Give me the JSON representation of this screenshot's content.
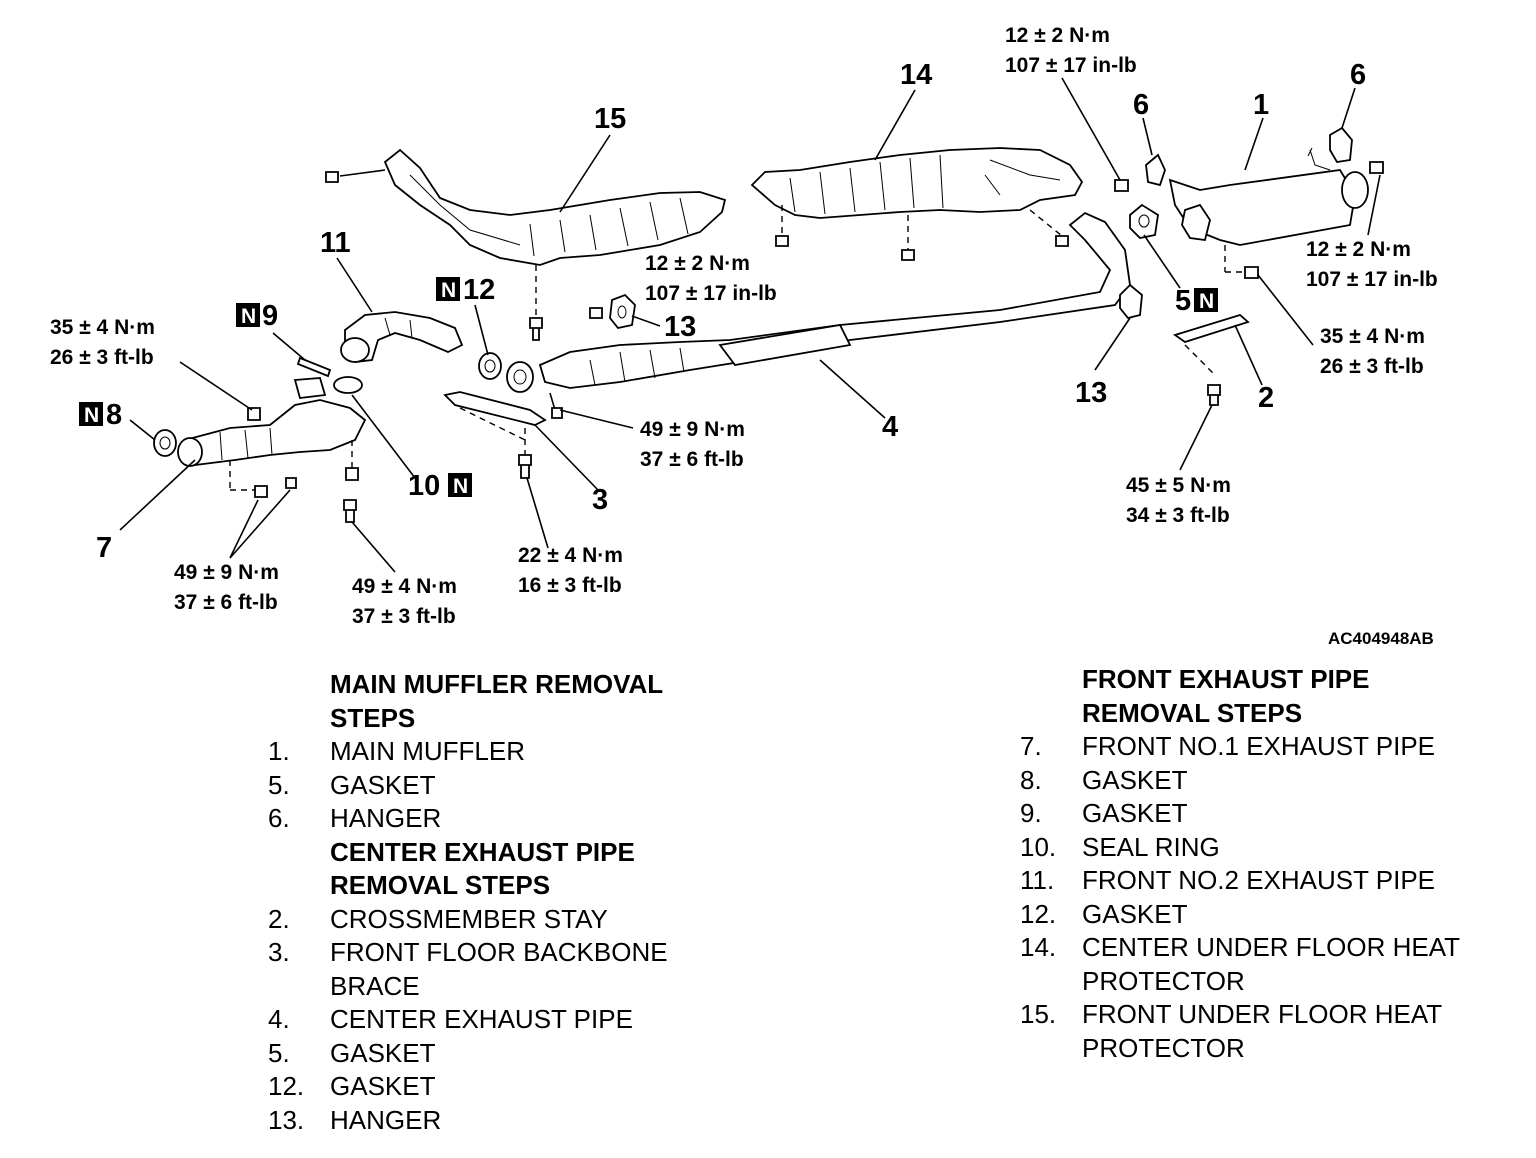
{
  "diagram": {
    "code": "AC404948AB",
    "part_numbers": {
      "p1": "1",
      "p2": "2",
      "p3": "3",
      "p4": "4",
      "p5": "5",
      "p6a": "6",
      "p6b": "6",
      "p7": "7",
      "p8": "8",
      "p9": "9",
      "p10": "10",
      "p11": "11",
      "p12": "12",
      "p13a": "13",
      "p13b": "13",
      "p14": "14",
      "p15": "15"
    },
    "new_part_marker": "N",
    "torques": {
      "t_top_right_nm": "12 ± 2 N·m",
      "t_top_right_inlb": "107 ± 17 in-lb",
      "t_muffler_nm": "12 ± 2 N·m",
      "t_muffler_inlb": "107 ± 17 in-lb",
      "t_flange_nm": "35 ± 4 N·m",
      "t_flange_ftlb": "26 ± 3 ft-lb",
      "t_stay_nm": "45 ± 5 N·m",
      "t_stay_ftlb": "34 ± 3 ft-lb",
      "t_hanger_nm": "12 ± 2 N·m",
      "t_hanger_inlb": "107 ± 17 in-lb",
      "t_center_nm": "49 ± 9 N·m",
      "t_center_ftlb": "37 ± 6 ft-lb",
      "t_brace_nm": "22 ± 4 N·m",
      "t_brace_ftlb": "16 ± 3 ft-lb",
      "t_front_nm": "35 ± 4 N·m",
      "t_front_ftlb": "26 ± 3 ft-lb",
      "t_front1_nm": "49 ± 9 N·m",
      "t_front1_ftlb": "37 ± 6 ft-lb",
      "t_seal_nm": "49 ± 4 N·m",
      "t_seal_ftlb": "37 ± 3 ft-lb"
    }
  },
  "left_steps": {
    "main_muffler_title": [
      "MAIN MUFFLER REMOVAL",
      "STEPS"
    ],
    "main_muffler_items": [
      {
        "num": "1.",
        "text": "MAIN MUFFLER"
      },
      {
        "num": "5.",
        "text": "GASKET"
      },
      {
        "num": "6.",
        "text": "HANGER"
      }
    ],
    "center_pipe_title": [
      "CENTER EXHAUST PIPE",
      "REMOVAL STEPS"
    ],
    "center_pipe_items": [
      {
        "num": "2.",
        "text": "CROSSMEMBER STAY"
      },
      {
        "num": "3.",
        "text": "FRONT FLOOR BACKBONE\nBRACE"
      },
      {
        "num": "4.",
        "text": "CENTER EXHAUST PIPE"
      },
      {
        "num": "5.",
        "text": "GASKET"
      },
      {
        "num": "12.",
        "text": "GASKET"
      },
      {
        "num": "13.",
        "text": "HANGER"
      }
    ]
  },
  "right_steps": {
    "front_pipe_title": [
      "FRONT EXHAUST PIPE",
      "REMOVAL STEPS"
    ],
    "front_pipe_items": [
      {
        "num": "7.",
        "text": "FRONT NO.1 EXHAUST PIPE"
      },
      {
        "num": "8.",
        "text": "GASKET"
      },
      {
        "num": "9.",
        "text": "GASKET"
      },
      {
        "num": "10.",
        "text": "SEAL RING"
      },
      {
        "num": "11.",
        "text": "FRONT NO.2 EXHAUST PIPE"
      },
      {
        "num": "12.",
        "text": "GASKET"
      },
      {
        "num": "14.",
        "text": "CENTER UNDER FLOOR HEAT\nPROTECTOR"
      },
      {
        "num": "15.",
        "text": "FRONT UNDER FLOOR HEAT\nPROTECTOR"
      }
    ]
  }
}
